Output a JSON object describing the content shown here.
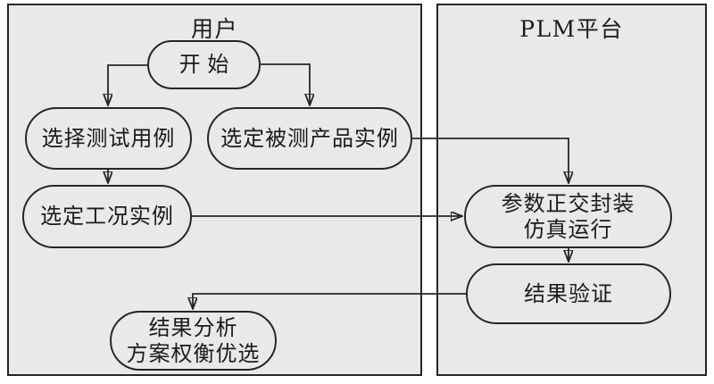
{
  "diagram": {
    "type": "flowchart-swimlanes",
    "colors": {
      "lane_fill": "#e9e9e9",
      "stroke": "#262626",
      "text": "#1b1b1b",
      "page_background": "#ffffff"
    },
    "lanes": {
      "user": {
        "title": "用户"
      },
      "plm": {
        "title": "PLM平台"
      }
    },
    "nodes": {
      "start": {
        "label": "开始",
        "lane": "用户"
      },
      "select_test_case": {
        "label": "选择测试用例",
        "lane": "用户"
      },
      "select_product_instance": {
        "label": "选定被测产品实例",
        "lane": "用户"
      },
      "select_condition_instance": {
        "label": "选定工况实例",
        "lane": "用户"
      },
      "param_orthogonal_sim": {
        "line1": "参数正交封装",
        "line2": "仿真运行",
        "lane": "PLM平台"
      },
      "result_verification": {
        "label": "结果验证",
        "lane": "PLM平台"
      },
      "result_analysis": {
        "line1": "结果分析",
        "line2": "方案权衡优选",
        "lane": "用户"
      }
    },
    "edges": [
      {
        "from": "start",
        "to": "select_test_case"
      },
      {
        "from": "start",
        "to": "select_product_instance"
      },
      {
        "from": "select_test_case",
        "to": "select_condition_instance"
      },
      {
        "from": "select_product_instance",
        "to": "param_orthogonal_sim"
      },
      {
        "from": "select_condition_instance",
        "to": "param_orthogonal_sim"
      },
      {
        "from": "param_orthogonal_sim",
        "to": "result_verification"
      },
      {
        "from": "result_verification",
        "to": "result_analysis"
      }
    ]
  }
}
